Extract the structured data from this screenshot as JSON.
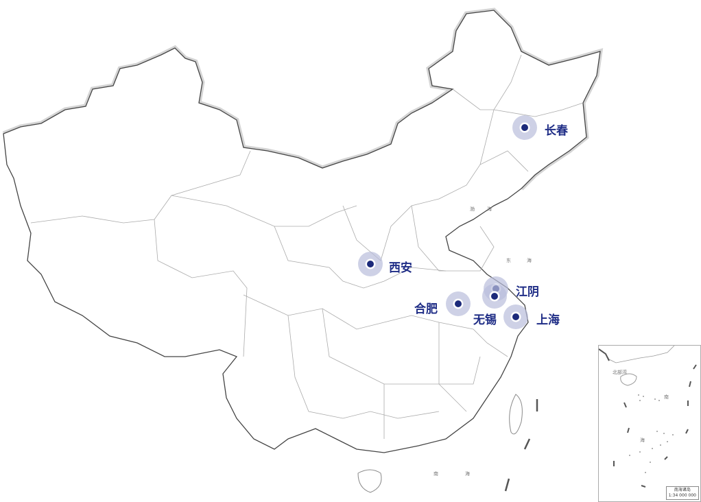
{
  "map": {
    "cities": [
      {
        "id": "changchun",
        "label": "长春"
      },
      {
        "id": "xian",
        "label": "西安"
      },
      {
        "id": "jiangyin",
        "label": "江阴"
      },
      {
        "id": "wuxi",
        "label": "无锡"
      },
      {
        "id": "hefei",
        "label": "合肥"
      },
      {
        "id": "shanghai",
        "label": "上海"
      }
    ],
    "sea_labels": {
      "east_sea_1": "东",
      "east_sea_2": "海",
      "bohai_1": "渤",
      "bohai_2": "海",
      "south_1": "南",
      "south_2": "海"
    },
    "inset": {
      "title": "南海诸岛",
      "scale": "1:34 000 000",
      "gulf": "北部湾",
      "sea_1": "南",
      "sea_2": "海"
    },
    "colors": {
      "marker": "#1c2a7a",
      "halo": "#b9bddb",
      "label": "#1f2d86",
      "border": "#555555"
    }
  }
}
